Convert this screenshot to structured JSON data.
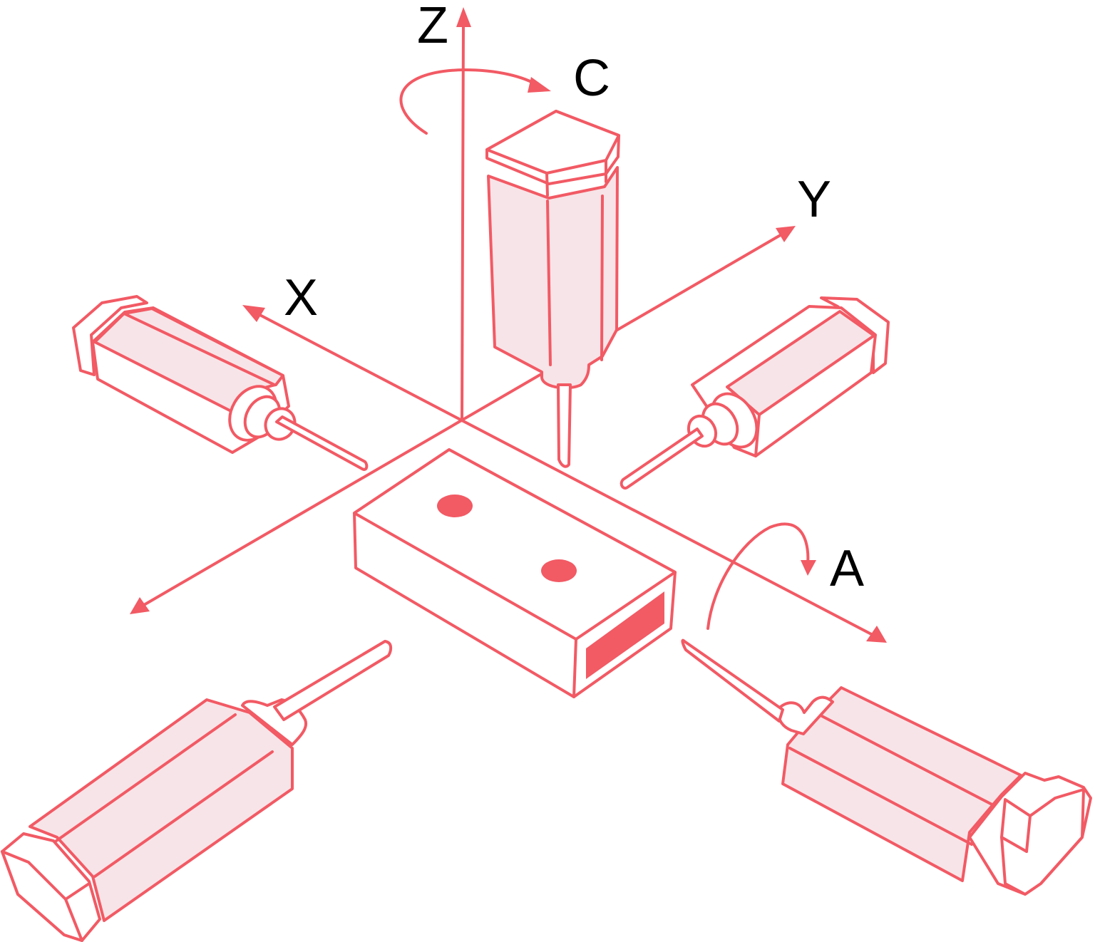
{
  "diagram": {
    "subject": "5-axis machining: linear and rotary axes around a workpiece",
    "colors": {
      "stroke": "#f25a64",
      "fill": "#f7e4e8",
      "label": "#000000",
      "background": "#ffffff"
    },
    "axes": [
      {
        "id": "Z",
        "label": "Z",
        "type": "linear",
        "direction": "vertical"
      },
      {
        "id": "Y",
        "label": "Y",
        "type": "linear",
        "direction": "diagonal up-right"
      },
      {
        "id": "X",
        "label": "X",
        "type": "linear",
        "direction": "diagonal up-left"
      },
      {
        "id": "C",
        "label": "C",
        "type": "rotary",
        "about": "Z"
      },
      {
        "id": "A",
        "label": "A",
        "type": "rotary",
        "about": "X"
      }
    ],
    "components": {
      "spindles": [
        "top",
        "upper-left",
        "upper-right",
        "lower-left",
        "lower-right"
      ],
      "workpiece": "rectangular block with two circular holes and a rectangular pocket"
    }
  }
}
